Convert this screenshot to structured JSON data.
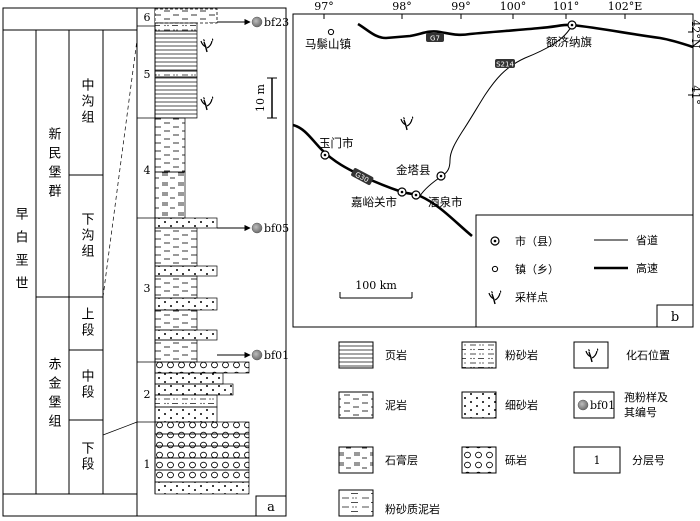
{
  "column": {
    "era": "早白垩世",
    "group": "新民堡群",
    "formation_lower": "赤金堡组",
    "subunits": {
      "zhonggou": "中沟组",
      "xiagou": "下沟组",
      "shang": "上段",
      "zhong": "中段",
      "xia": "下段"
    },
    "layers": [
      "1",
      "2",
      "3",
      "4",
      "5",
      "6"
    ],
    "samples": [
      "bf23",
      "bf05",
      "bf01"
    ],
    "scale_label": "10 m",
    "panel_label": "a"
  },
  "map": {
    "lon_labels": [
      "97°",
      "98°",
      "99°",
      "100°",
      "101°",
      "102°E"
    ],
    "lat_labels": [
      "42°N",
      "41°"
    ],
    "towns": [
      "马鬃山镇",
      "额济纳旗"
    ],
    "cities": [
      "玉门市",
      "金塔县",
      "嘉峪关市",
      "酒泉市"
    ],
    "roads": [
      "G7",
      "S214",
      "G30"
    ],
    "scale_label": "100 km",
    "legend": {
      "city": "市（县）",
      "town": "镇（乡）",
      "sample_site": "采样点",
      "prov_road": "省道",
      "highway": "高速"
    },
    "panel_label": "b"
  },
  "legend": {
    "shale": "页岩",
    "siltstone": "粉砂岩",
    "fossil": "化石位置",
    "mudstone": "泥岩",
    "fine_sandstone": "细砂岩",
    "spore_line1": "孢粉样及",
    "spore_line2": "其编号",
    "spore_id": "bf01",
    "gypsum": "石膏层",
    "conglomerate": "砾岩",
    "layer_num": "1",
    "layer_num_label": "分层号",
    "silty_mudstone": "粉砂质泥岩"
  }
}
